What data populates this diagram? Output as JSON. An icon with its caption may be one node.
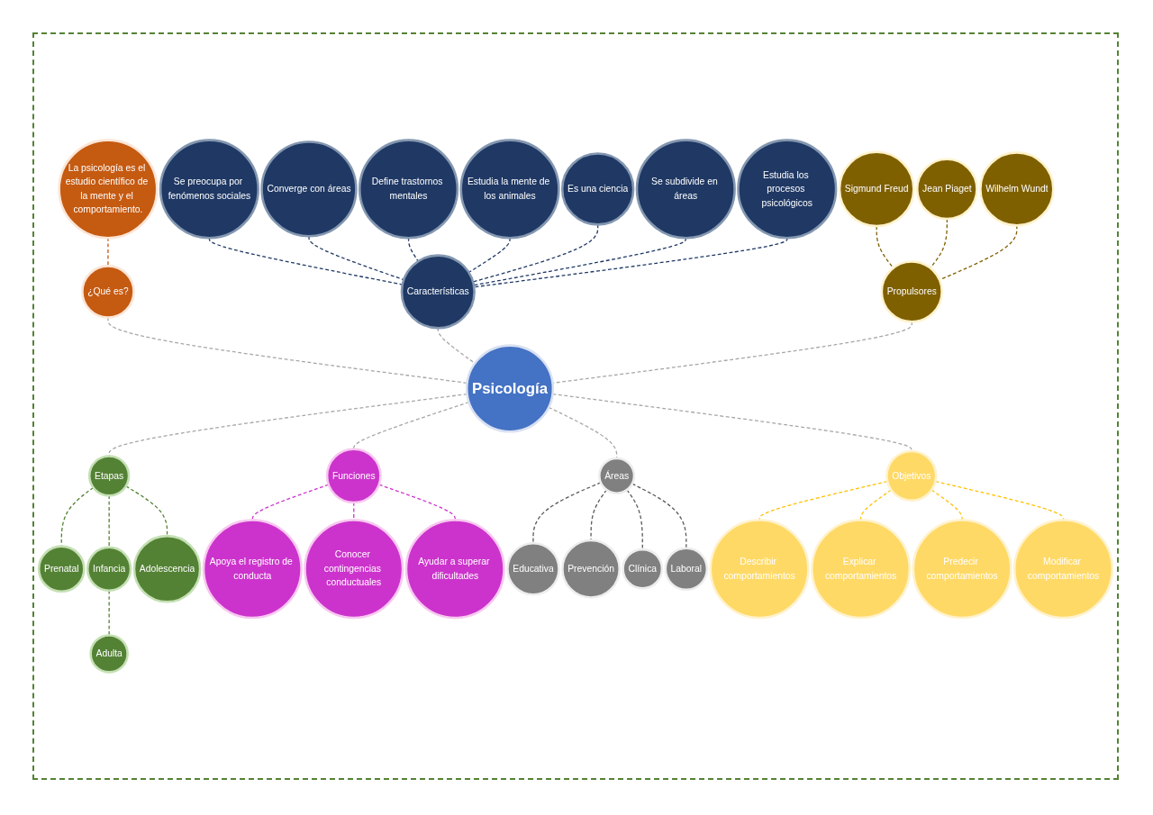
{
  "diagram": {
    "nodes": [
      {
        "text": [
          "Psicología"
        ]
      },
      {
        "text": [
          "¿Qué es?"
        ]
      },
      {
        "text": [
          "La psicología es el estudio científico de la mente y el comportamiento."
        ]
      },
      {
        "text": [
          "Características"
        ]
      },
      {
        "text": [
          "Se preocupa por fenómenos sociales"
        ]
      },
      {
        "text": [
          "Converge con áreas"
        ]
      },
      {
        "text": [
          "Define trastornos mentales"
        ]
      },
      {
        "text": [
          "Estudia la mente de los animales"
        ]
      },
      {
        "text": [
          "Es una ciencia"
        ]
      },
      {
        "text": [
          "Se subdivide en áreas"
        ]
      },
      {
        "text": [
          "Estudia los procesos psicológicos"
        ]
      },
      {
        "text": [
          "Propulsores"
        ]
      },
      {
        "text": [
          "Sigmund Freud"
        ]
      },
      {
        "text": [
          "Jean Piaget"
        ]
      },
      {
        "text": [
          "Wilhelm Wundt"
        ]
      },
      {
        "text": [
          "Etapas"
        ]
      },
      {
        "text": [
          "Prenatal"
        ]
      },
      {
        "text": [
          "Infancia"
        ]
      },
      {
        "text": [
          "Adolescencia"
        ]
      },
      {
        "text": [
          "Adulta"
        ]
      },
      {
        "text": [
          "Funciones"
        ]
      },
      {
        "text": [
          "Apoya el registro de conducta"
        ]
      },
      {
        "text": [
          "Conocer contingencias conductuales"
        ]
      },
      {
        "text": [
          "Ayudar a superar dificultades"
        ]
      },
      {
        "text": [
          "Áreas"
        ]
      },
      {
        "text": [
          "Educativa"
        ]
      },
      {
        "text": [
          "Prevención"
        ]
      },
      {
        "text": [
          "Clínica"
        ]
      },
      {
        "text": [
          "Laboral"
        ]
      },
      {
        "text": [
          "Objetivos"
        ]
      },
      {
        "text": [
          "Describir comportamientos"
        ]
      },
      {
        "text": [
          "Explicar comportamientos"
        ]
      },
      {
        "text": [
          "Predecir comportamientos"
        ]
      },
      {
        "text": [
          "Modificar comportamientos"
        ]
      }
    ],
    "edges": [
      {
        "from": 0,
        "to": 1,
        "arrow": "none",
        "style": "dashed"
      },
      {
        "from": 1,
        "to": 2,
        "arrow": "none",
        "style": "dashed",
        "color": "#c55a11"
      },
      {
        "from": 0,
        "to": 3,
        "arrow": "none",
        "style": "dashed"
      },
      {
        "from": 3,
        "to": 4,
        "arrow": "none",
        "style": "dashed",
        "color": "#1f3864"
      },
      {
        "from": 3,
        "to": 5,
        "arrow": "none",
        "style": "dashed",
        "color": "#1f3864"
      },
      {
        "from": 3,
        "to": 6,
        "arrow": "none",
        "style": "dashed",
        "color": "#1f3864"
      },
      {
        "from": 3,
        "to": 7,
        "arrow": "none",
        "style": "dashed",
        "color": "#1f3864"
      },
      {
        "from": 3,
        "to": 8,
        "arrow": "none",
        "style": "dashed",
        "color": "#1f3864"
      },
      {
        "from": 3,
        "to": 9,
        "arrow": "none",
        "style": "dashed",
        "color": "#1f3864"
      },
      {
        "from": 3,
        "to": 10,
        "arrow": "none",
        "style": "dashed",
        "color": "#1f3864"
      },
      {
        "from": 0,
        "to": 11,
        "arrow": "none",
        "style": "dashed"
      },
      {
        "from": 11,
        "to": 12,
        "arrow": "none",
        "style": "dashed",
        "color": "#7f6000"
      },
      {
        "from": 11,
        "to": 13,
        "arrow": "none",
        "style": "dashed",
        "color": "#7f6000"
      },
      {
        "from": 11,
        "to": 14,
        "arrow": "none",
        "style": "dashed",
        "color": "#7f6000"
      },
      {
        "from": 0,
        "to": 15,
        "arrow": "none",
        "style": "dashed"
      },
      {
        "from": 15,
        "to": 16,
        "arrow": "none",
        "style": "dashed",
        "color": "#548235"
      },
      {
        "from": 15,
        "to": 17,
        "arrow": "none",
        "style": "dashed",
        "color": "#548235"
      },
      {
        "from": 15,
        "to": 18,
        "arrow": "none",
        "style": "dashed",
        "color": "#548235"
      },
      {
        "from": 17,
        "to": 19,
        "arrow": "none",
        "style": "dashed",
        "color": "#548235"
      },
      {
        "from": 0,
        "to": 20,
        "arrow": "none",
        "style": "dashed"
      },
      {
        "from": 20,
        "to": 21,
        "arrow": "none",
        "style": "dashed",
        "color": "#cc33cc"
      },
      {
        "from": 20,
        "to": 22,
        "arrow": "none",
        "style": "dashed",
        "color": "#cc33cc"
      },
      {
        "from": 20,
        "to": 23,
        "arrow": "none",
        "style": "dashed",
        "color": "#cc33cc"
      },
      {
        "from": 0,
        "to": 24,
        "arrow": "none",
        "style": "dashed"
      },
      {
        "from": 24,
        "to": 25,
        "arrow": "none",
        "style": "dashed",
        "color": "#595959"
      },
      {
        "from": 24,
        "to": 26,
        "arrow": "none",
        "style": "dashed",
        "color": "#595959"
      },
      {
        "from": 24,
        "to": 27,
        "arrow": "none",
        "style": "dashed",
        "color": "#595959"
      },
      {
        "from": 24,
        "to": 28,
        "arrow": "none",
        "style": "dashed",
        "color": "#595959"
      },
      {
        "from": 0,
        "to": 29,
        "arrow": "none",
        "style": "dashed"
      },
      {
        "from": 29,
        "to": 30,
        "arrow": "none",
        "style": "dashed",
        "color": "#ffc000"
      },
      {
        "from": 29,
        "to": 31,
        "arrow": "none",
        "style": "dashed",
        "color": "#ffc000"
      },
      {
        "from": 29,
        "to": 32,
        "arrow": "none",
        "style": "dashed",
        "color": "#ffc000"
      },
      {
        "from": 29,
        "to": 33,
        "arrow": "none",
        "style": "dashed",
        "color": "#ffc000"
      }
    ]
  }
}
